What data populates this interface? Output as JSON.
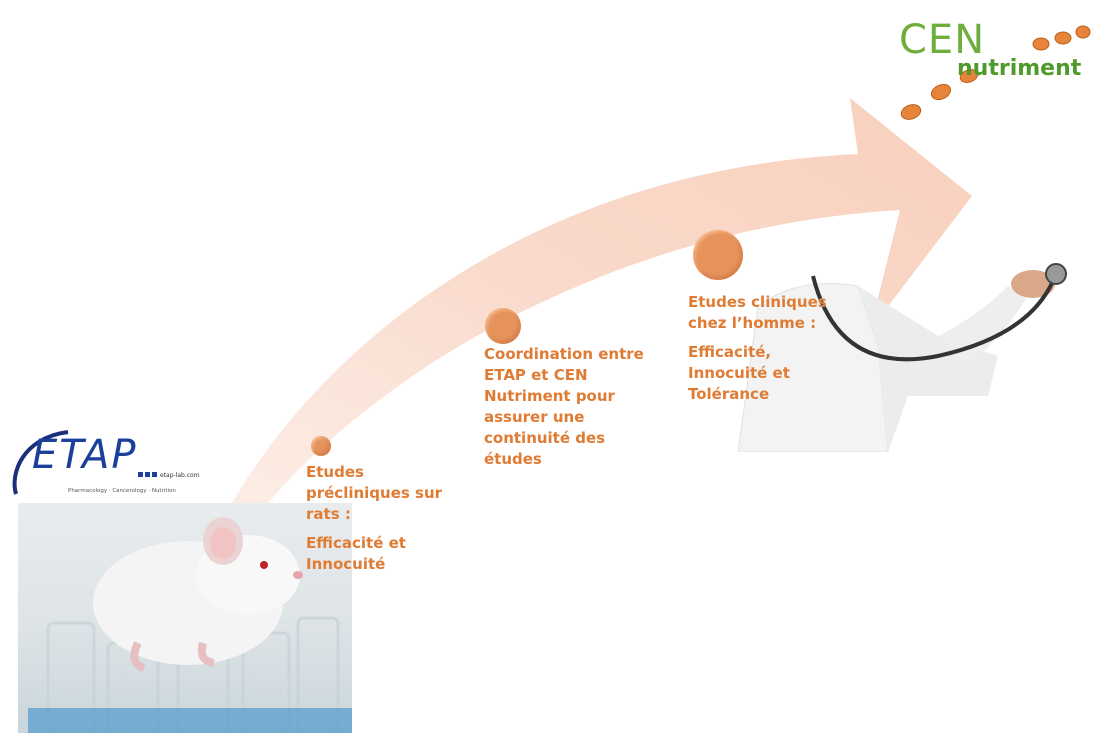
{
  "logos": {
    "etap": {
      "name": "ETAP",
      "website": "etap-lab.com",
      "tagline": "Pharmacology · Cancerology · Nutrition"
    },
    "cen": {
      "word1": "CEN",
      "word2": "nutriment"
    }
  },
  "steps": [
    {
      "title": "Etudes précliniques sur rats :",
      "detail": "Efficacité et Innocuité"
    },
    {
      "title": "Coordination entre ETAP et CEN Nutriment pour assurer une continuité des études"
    },
    {
      "title": "Etudes cliniques chez l’homme :",
      "detail": "Efficacité, Innocuité et Tolérance"
    }
  ],
  "colors": {
    "arrow_fill": "#f9d6c6",
    "accent": "#e07b33",
    "dot": "#e6935c",
    "cen_green": "#6fae3b"
  }
}
